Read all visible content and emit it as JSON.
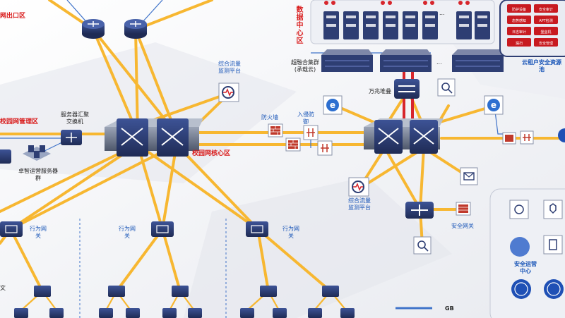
{
  "zones": {
    "internet_exit": "网出口区",
    "campus_mgmt": "校园网管理区",
    "campus_core": "校园网核心区",
    "datacenter": "数据中心区",
    "tenant_security": "云租户安全资源池",
    "security_ops": "安全运营中心"
  },
  "labels": {
    "flow_top": "综合流量监测平台",
    "flow_bottom": "综合流量监测平台",
    "server_agg": "服务器汇聚交换机",
    "ops_cluster": "卓智运营服务器群",
    "firewall": "防火墙",
    "ips": "入侵防御",
    "heap": "万兆堆叠",
    "hyper": "超融合集群(承载云)",
    "gw1": "行为网关",
    "gw2": "行为网关",
    "gw3": "行为网关",
    "sec_gw": "安全网关",
    "left_char": "文",
    "ellipsis": "...",
    "legend_gb": "GB"
  },
  "rack_labels": [
    "防护设备",
    "安全审计",
    "态势感知",
    "APT检测",
    "日志审计",
    "堡垒机",
    "漏扫",
    "安全管理"
  ],
  "colors": {
    "trunk": "#f7b731",
    "link_blue": "#3f73c9",
    "zone_red": "#d91c1c",
    "panel_red": "#c81a20",
    "device_dark": "#2e3e73",
    "firewall": "#c0392b"
  }
}
